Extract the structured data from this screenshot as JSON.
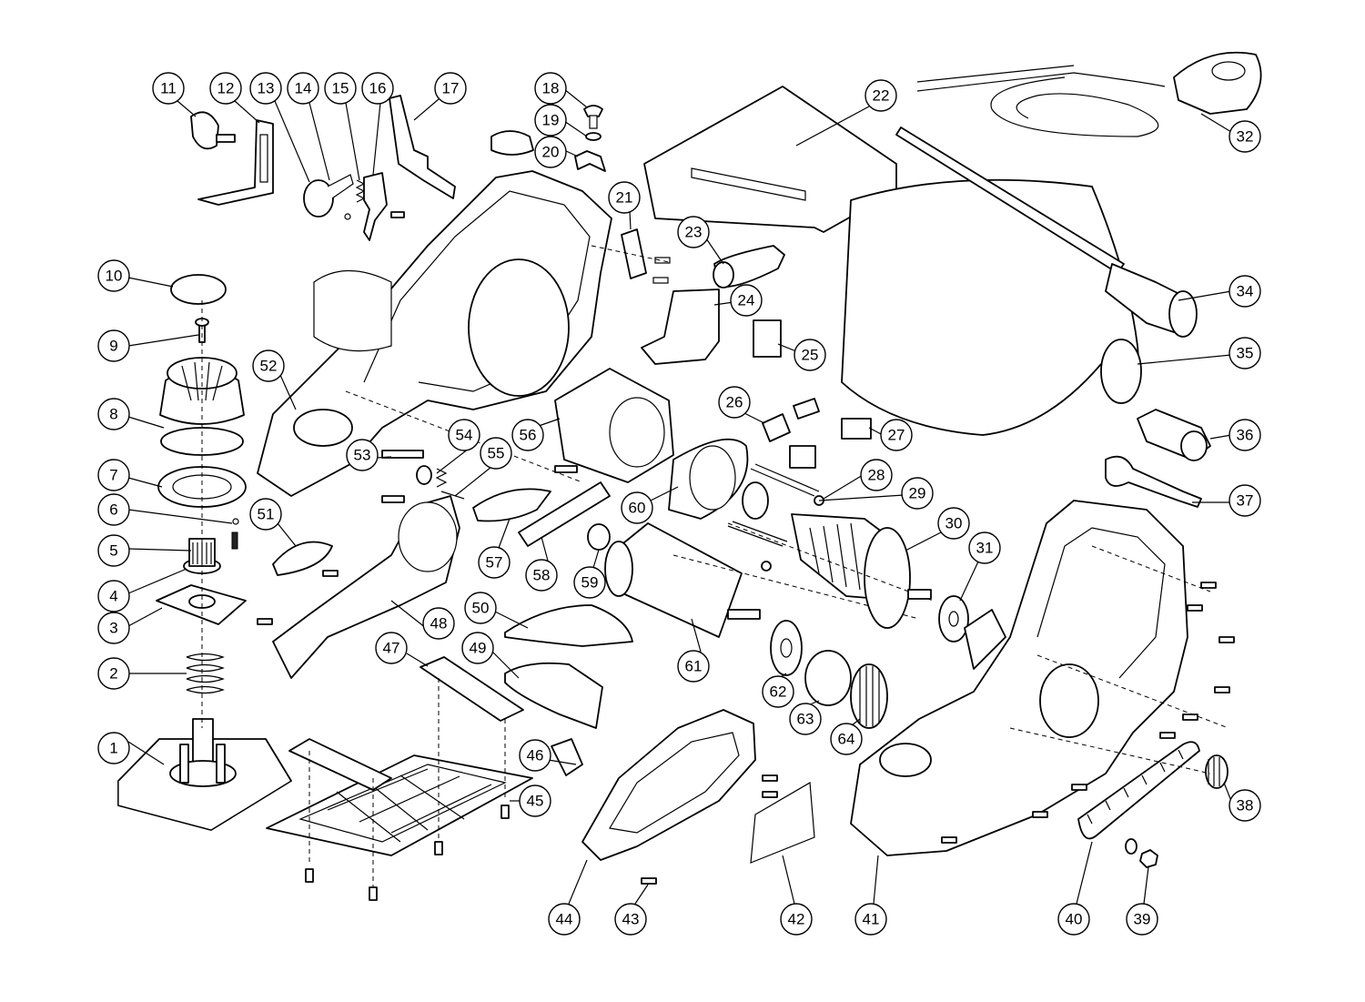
{
  "diagram": {
    "callouts": [
      {
        "label": "1"
      },
      {
        "label": "2"
      },
      {
        "label": "3"
      },
      {
        "label": "4"
      },
      {
        "label": "5"
      },
      {
        "label": "6"
      },
      {
        "label": "7"
      },
      {
        "label": "8"
      },
      {
        "label": "9"
      },
      {
        "label": "10"
      },
      {
        "label": "11"
      },
      {
        "label": "12"
      },
      {
        "label": "13"
      },
      {
        "label": "14"
      },
      {
        "label": "15"
      },
      {
        "label": "16"
      },
      {
        "label": "17"
      },
      {
        "label": "18"
      },
      {
        "label": "19"
      },
      {
        "label": "20"
      },
      {
        "label": "21"
      },
      {
        "label": "22"
      },
      {
        "label": "23"
      },
      {
        "label": "24"
      },
      {
        "label": "25"
      },
      {
        "label": "26"
      },
      {
        "label": "27"
      },
      {
        "label": "28"
      },
      {
        "label": "29"
      },
      {
        "label": "30"
      },
      {
        "label": "31"
      },
      {
        "label": "32"
      },
      {
        "label": "34"
      },
      {
        "label": "35"
      },
      {
        "label": "36"
      },
      {
        "label": "37"
      },
      {
        "label": "38"
      },
      {
        "label": "39"
      },
      {
        "label": "40"
      },
      {
        "label": "41"
      },
      {
        "label": "42"
      },
      {
        "label": "43"
      },
      {
        "label": "44"
      },
      {
        "label": "45"
      },
      {
        "label": "46"
      },
      {
        "label": "47"
      },
      {
        "label": "48"
      },
      {
        "label": "49"
      },
      {
        "label": "50"
      },
      {
        "label": "51"
      },
      {
        "label": "52"
      },
      {
        "label": "53"
      },
      {
        "label": "54"
      },
      {
        "label": "55"
      },
      {
        "label": "56"
      },
      {
        "label": "57"
      },
      {
        "label": "58"
      },
      {
        "label": "59"
      },
      {
        "label": "60"
      },
      {
        "label": "61"
      },
      {
        "label": "62"
      },
      {
        "label": "63"
      },
      {
        "label": "64"
      }
    ]
  }
}
